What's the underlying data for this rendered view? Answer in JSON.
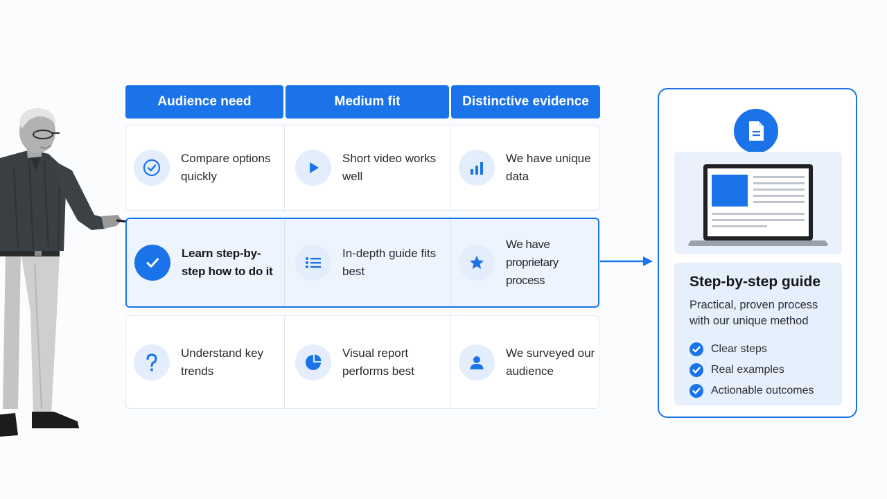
{
  "table": {
    "headers": [
      "Audience need",
      "Medium fit",
      "Distinctive evidence"
    ],
    "rows": [
      {
        "audience": {
          "icon": "check-circle-icon",
          "text": "Compare options quickly"
        },
        "medium": {
          "icon": "play-icon",
          "text": "Short video works well"
        },
        "evidence": {
          "icon": "bar-chart-icon",
          "text": "We have unique data"
        }
      },
      {
        "audience": {
          "icon": "check-icon",
          "text": "Learn step-by-step how to do it"
        },
        "medium": {
          "icon": "list-icon",
          "text": "In-depth guide fits best"
        },
        "evidence": {
          "icon": "star-icon",
          "text": "We have proprietary process"
        }
      },
      {
        "audience": {
          "icon": "question-icon",
          "text": "Understand key trends"
        },
        "medium": {
          "icon": "pie-chart-icon",
          "text": "Visual report performs best"
        },
        "evidence": {
          "icon": "person-icon",
          "text": "We surveyed our audience"
        }
      }
    ]
  },
  "result": {
    "badge_icon": "document-icon",
    "illustration": "laptop-icon",
    "title": "Step-by-step guide",
    "description": "Practical, proven process with our unique method",
    "bullets": [
      "Clear steps",
      "Real examples",
      "Actionable outcomes"
    ]
  },
  "colors": {
    "accent": "#1a73e8",
    "highlight_bg": "#eef4fd",
    "icon_bg": "#e3edfb"
  }
}
